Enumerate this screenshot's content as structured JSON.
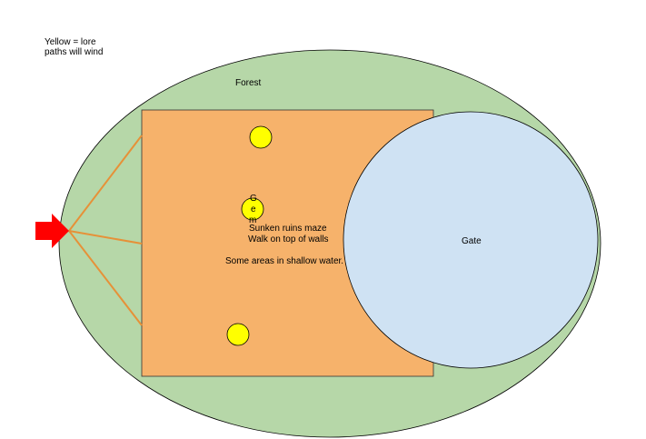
{
  "legend": {
    "line1": "Yellow = lore",
    "line2": "paths will wind"
  },
  "forest": {
    "label": "Forest",
    "color": "#b6d7a8"
  },
  "ruins": {
    "color": "#f6b26b",
    "line1": "Sunken ruins maze",
    "line2": "Walk on top of walls",
    "line3": "Some areas in shallow water."
  },
  "gate": {
    "label": "Gate",
    "color": "#cfe2f3"
  },
  "gem": {
    "letters": [
      "G",
      "e",
      "m"
    ]
  },
  "lore_color": "#ffff00",
  "path_color": "#e69138",
  "entrance_arrow_color": "#ff0000"
}
